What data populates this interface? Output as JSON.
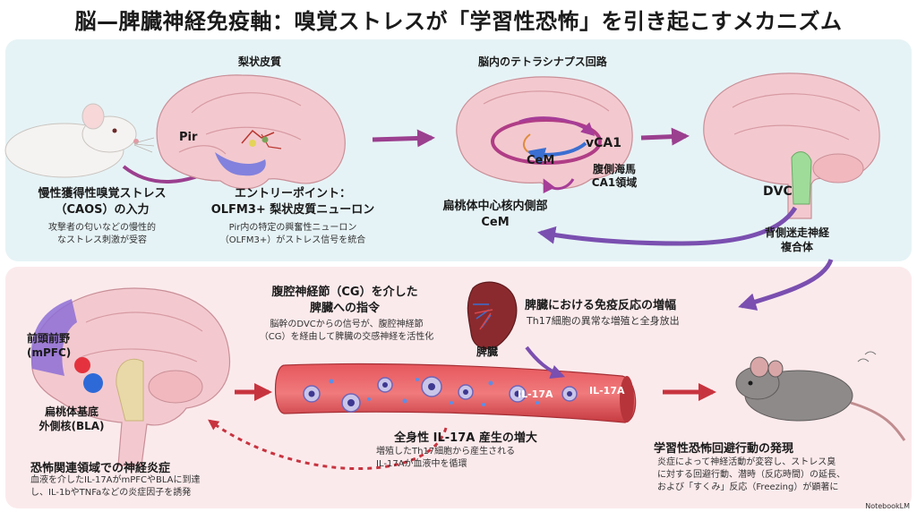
{
  "title": "脳—脾臓神経免疫軸：嗅覚ストレスが「学習性恐怖」を引き起こすメカニズム",
  "top": {
    "piriform_cortex_label": "梨状皮質",
    "pir_label": "Pir",
    "circuit_title": "脳内のテトラシナプス回路",
    "cem_inner": "CeM",
    "vca1_label": "vCA1",
    "hippocampus_label_1": "腹側海馬",
    "hippocampus_label_2": "CA1領域",
    "amygdala_label_1": "扁桃体中心核内側部",
    "amygdala_label_2": "CeM",
    "dvc_label": "DVC",
    "dvc_desc_1": "背側迷走神経",
    "dvc_desc_2": "複合体",
    "caos_title_1": "慢性獲得性嗅覚ストレス",
    "caos_title_2": "（CAOS）の入力",
    "caos_desc_1": "攻撃者の匂いなどの慢性的",
    "caos_desc_2": "なストレス刺激が受容",
    "entry_title_1": "エントリーポイント：",
    "entry_title_2": "OLFM3+ 梨状皮質ニューロン",
    "entry_desc_1": "Pir内の特定の興奮性ニューロン",
    "entry_desc_2": "（OLFM3+）がストレス信号を統合"
  },
  "bottom": {
    "mpfc_label_1": "前頭前野",
    "mpfc_label_2": "(mPFC)",
    "bla_label_1": "扁桃体基底",
    "bla_label_2": "外側核(BLA)",
    "cg_title_1": "腹腔神経節（CG）を介した",
    "cg_title_2": "脾臓への指令",
    "cg_desc_1": "脳幹のDVCからの信号が、腹腔神経節",
    "cg_desc_2": "（CG）を経由して脾臓の交感神経を活性化",
    "spleen_label": "脾臓",
    "immune_title": "脾臓における免疫反応の増幅",
    "immune_desc": "Th17細胞の異常な増殖と全身放出",
    "il17a_1": "IL-17A",
    "il17a_2": "IL-17A",
    "systemic_title": "全身性 IL-17A 産生の増大",
    "systemic_desc_1": "増殖したTh17細胞から産生される",
    "systemic_desc_2": "IL-17Aが血液中を循環",
    "inflam_title": "恐怖関連領域での神経炎症",
    "inflam_desc_1": "血液を介したIL-17AがmPFCやBLAに到達",
    "inflam_desc_2": "し、IL-1bやTNFaなどの炎症因子を誘発",
    "behavior_title": "学習性恐怖回避行動の発現",
    "behavior_desc_1": "炎症によって神経活動が変容し、ストレス臭",
    "behavior_desc_2": "に対する回避行動、潜時（反応時間）の延長、",
    "behavior_desc_3": "および「すくみ」反応（Freezing）が顕著に"
  },
  "footer": "NotebookLM",
  "colors": {
    "top_panel": "#e6f3f6",
    "bottom_panel": "#fbeaec",
    "arrow_purple": "#9b3f8f",
    "brain_pink": "#f3c9cf",
    "vessel_red": "#d8474d",
    "dvc_green": "#9fdc9a"
  }
}
